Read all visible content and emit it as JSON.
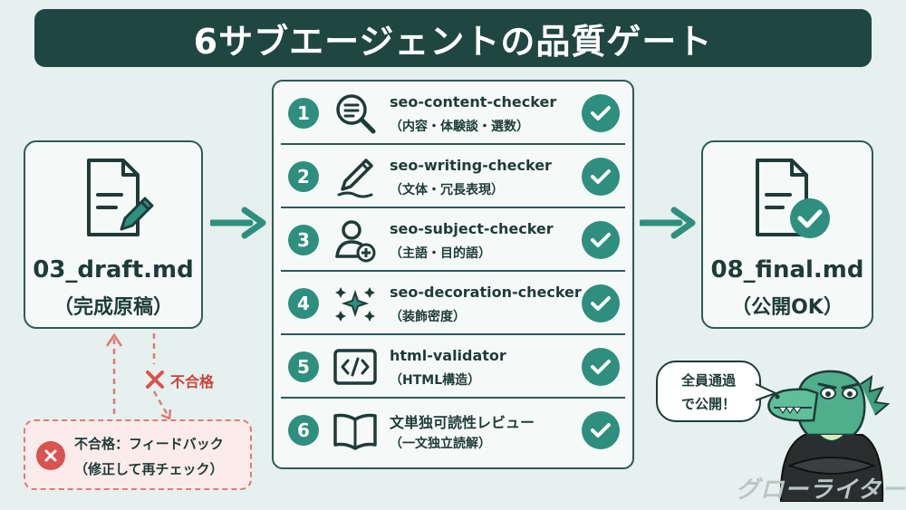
{
  "title": "6サブエージェントの品質ゲート",
  "draft": {
    "filename": "03_draft.md",
    "label": "（完成原稿）",
    "icon": "document-edit-icon"
  },
  "final": {
    "filename": "08_final.md",
    "label": "（公開OK）",
    "icon": "document-check-icon"
  },
  "checkers": [
    {
      "num": "1",
      "name": "seo-content-checker",
      "desc": "（内容・体験談・選数）",
      "icon": "search-document-icon"
    },
    {
      "num": "2",
      "name": "seo-writing-checker",
      "desc": "（文体・冗長表現）",
      "icon": "pen-icon"
    },
    {
      "num": "3",
      "name": "seo-subject-checker",
      "desc": "（主語・目的語）",
      "icon": "person-target-icon"
    },
    {
      "num": "4",
      "name": "seo-decoration-checker",
      "desc": "（装飾密度）",
      "icon": "sparkle-icon"
    },
    {
      "num": "5",
      "name": "html-validator",
      "desc": "（HTML構造）",
      "icon": "code-icon"
    },
    {
      "num": "6",
      "name": "文単独可読性レビュー",
      "desc": "（一文独立読解）",
      "icon": "open-book-icon"
    }
  ],
  "fail": {
    "label": "不合格",
    "box_line1": "不合格：フィードバック",
    "box_line2": "（修正して再チェック）"
  },
  "bubble": {
    "line1": "全員通過",
    "line2": "で公開！"
  },
  "watermark": "グローライター",
  "colors": {
    "accent": "#2f8f7e",
    "dark": "#1f4641",
    "fail": "#d9534f",
    "background": "#e6f0ee"
  }
}
